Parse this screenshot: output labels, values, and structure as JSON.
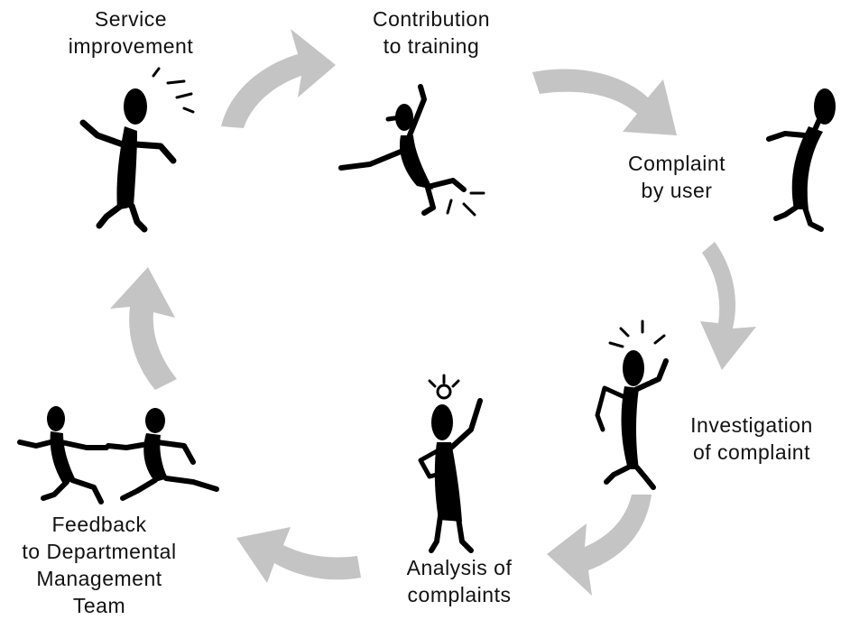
{
  "diagram": {
    "stages": [
      {
        "id": "service-improvement",
        "label": "Service\nimprovement"
      },
      {
        "id": "contribution-to-training",
        "label": "Contribution\nto training"
      },
      {
        "id": "complaint-by-user",
        "label": "Complaint\nby user"
      },
      {
        "id": "investigation-of-complaint",
        "label": "Investigation\nof complaint"
      },
      {
        "id": "analysis-of-complaints",
        "label": "Analysis of\ncomplaints"
      },
      {
        "id": "feedback-to-dmt",
        "label": "Feedback\nto Departmental\nManagement\nTeam"
      }
    ],
    "colors": {
      "arrow": "#c4c4c4",
      "figure": "#000000",
      "text": "#111111",
      "background": "#ffffff"
    }
  }
}
